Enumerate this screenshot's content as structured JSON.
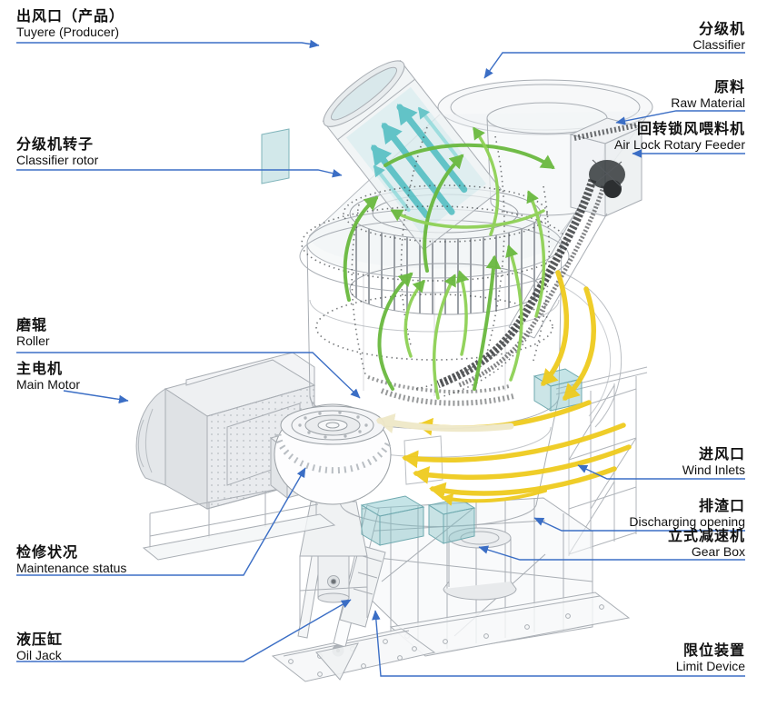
{
  "labels": {
    "tuyere": {
      "zh": "出风口（产品）",
      "en": "Tuyere (Producer)"
    },
    "classifier": {
      "zh": "分级机",
      "en": "Classifier"
    },
    "raw_material": {
      "zh": "原料",
      "en": "Raw Material"
    },
    "air_lock": {
      "zh": "回转锁风喂料机",
      "en": "Air Lock Rotary Feeder"
    },
    "classifier_rotor": {
      "zh": "分级机转子",
      "en": "Classifier rotor"
    },
    "roller": {
      "zh": "磨辊",
      "en": "Roller"
    },
    "main_motor": {
      "zh": "主电机",
      "en": "Main Motor"
    },
    "wind_inlets": {
      "zh": "进风口",
      "en": "Wind Inlets"
    },
    "discharging": {
      "zh": "排渣口",
      "en": "Discharging opening"
    },
    "gear_box": {
      "zh": "立式减速机",
      "en": "Gear Box"
    },
    "maintenance": {
      "zh": "检修状况",
      "en": "Maintenance status"
    },
    "oil_jack": {
      "zh": "液压缸",
      "en": "Oil Jack"
    },
    "limit_device": {
      "zh": "限位装置",
      "en": "Limit Device"
    }
  },
  "colors": {
    "leader_line": "#3b6ec5",
    "product_airflow": "#4dbcc0",
    "hot_airflow": "#efcb1e",
    "material_flow_green": "#6ab93f",
    "raw_material_dark": "#2e3133",
    "machine_outline": "#a9aeb4"
  }
}
